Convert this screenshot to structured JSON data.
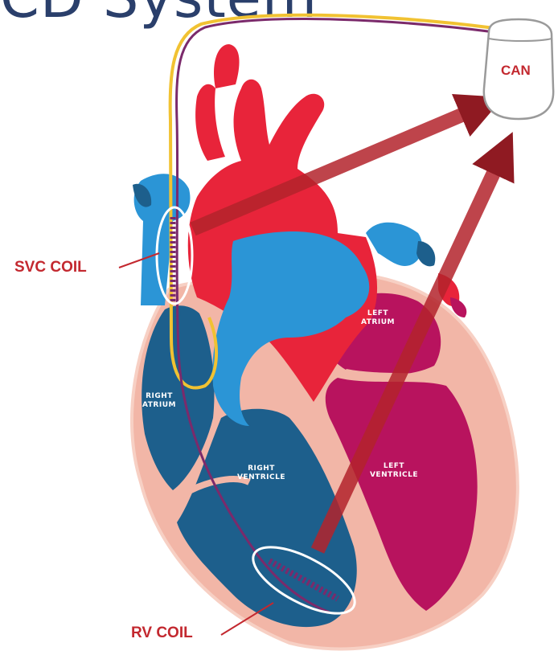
{
  "title_fragment": "CD System",
  "labels": {
    "can": "CAN",
    "svc_coil": "SVC COIL",
    "rv_coil": "RV COIL"
  },
  "chambers": {
    "right_atrium": [
      "RIGHT",
      "ATRIUM"
    ],
    "right_ventricle": [
      "RIGHT",
      "VENTRICLE"
    ],
    "left_atrium": [
      "LEFT",
      "ATRIUM"
    ],
    "left_ventricle": [
      "LEFT",
      "VENTRICLE"
    ]
  },
  "colors": {
    "title": "#2a3f6b",
    "label_red": "#c3282f",
    "aorta_red": "#e8243a",
    "vessel_blue": "#2b95d6",
    "right_heart_blue": "#1d5f8c",
    "left_heart_magenta": "#b8135e",
    "myocardium_pink": "#f2b6a7",
    "arrow_red": "#b3232b",
    "lead_yellow": "#f1c232",
    "lead_purple": "#7b2a6b"
  }
}
